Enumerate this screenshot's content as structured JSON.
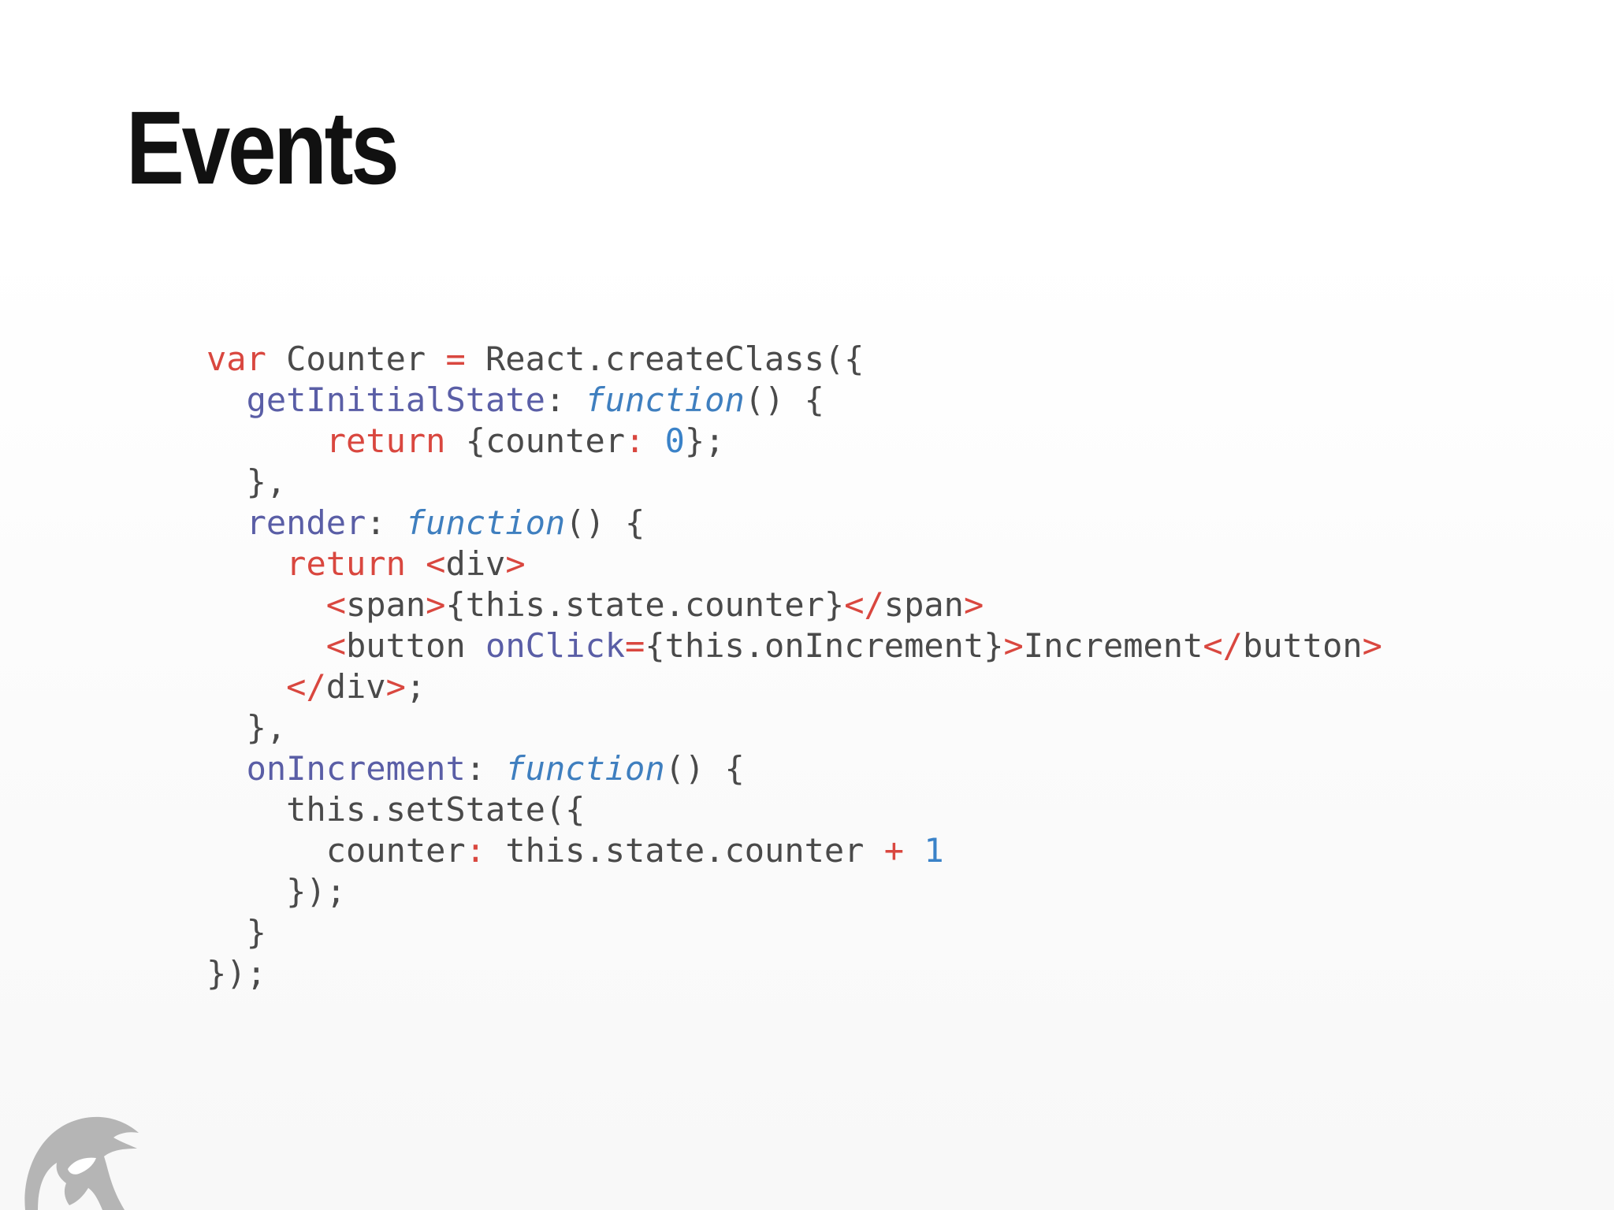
{
  "slide": {
    "title": "Events"
  },
  "code": {
    "lines": [
      [
        {
          "t": "var",
          "c": "kw"
        },
        {
          "t": " Counter ",
          "c": "plain"
        },
        {
          "t": "=",
          "c": "op"
        },
        {
          "t": " React.createClass({",
          "c": "plain"
        }
      ],
      [
        {
          "t": "  ",
          "c": "plain"
        },
        {
          "t": "getInitialState",
          "c": "prop"
        },
        {
          "t": ": ",
          "c": "plain"
        },
        {
          "t": "function",
          "c": "fn"
        },
        {
          "t": "() {",
          "c": "plain"
        }
      ],
      [
        {
          "t": "      ",
          "c": "plain"
        },
        {
          "t": "return",
          "c": "kw"
        },
        {
          "t": " {counter",
          "c": "plain"
        },
        {
          "t": ":",
          "c": "op"
        },
        {
          "t": " ",
          "c": "plain"
        },
        {
          "t": "0",
          "c": "num"
        },
        {
          "t": "};",
          "c": "plain"
        }
      ],
      [
        {
          "t": "  },",
          "c": "plain"
        }
      ],
      [
        {
          "t": "  ",
          "c": "plain"
        },
        {
          "t": "render",
          "c": "prop"
        },
        {
          "t": ": ",
          "c": "plain"
        },
        {
          "t": "function",
          "c": "fn"
        },
        {
          "t": "() {",
          "c": "plain"
        }
      ],
      [
        {
          "t": "    ",
          "c": "plain"
        },
        {
          "t": "return",
          "c": "kw"
        },
        {
          "t": " ",
          "c": "plain"
        },
        {
          "t": "<",
          "c": "tag"
        },
        {
          "t": "div",
          "c": "plain"
        },
        {
          "t": ">",
          "c": "tag"
        }
      ],
      [
        {
          "t": "      ",
          "c": "plain"
        },
        {
          "t": "<",
          "c": "tag"
        },
        {
          "t": "span",
          "c": "plain"
        },
        {
          "t": ">",
          "c": "tag"
        },
        {
          "t": "{this.state.counter}",
          "c": "plain"
        },
        {
          "t": "</",
          "c": "tag"
        },
        {
          "t": "span",
          "c": "plain"
        },
        {
          "t": ">",
          "c": "tag"
        }
      ],
      [
        {
          "t": "      ",
          "c": "plain"
        },
        {
          "t": "<",
          "c": "tag"
        },
        {
          "t": "button ",
          "c": "plain"
        },
        {
          "t": "onClick",
          "c": "attr"
        },
        {
          "t": "=",
          "c": "op"
        },
        {
          "t": "{this.onIncrement}",
          "c": "plain"
        },
        {
          "t": ">",
          "c": "tag"
        },
        {
          "t": "Increment",
          "c": "plain"
        },
        {
          "t": "</",
          "c": "tag"
        },
        {
          "t": "button",
          "c": "plain"
        },
        {
          "t": ">",
          "c": "tag"
        }
      ],
      [
        {
          "t": "    ",
          "c": "plain"
        },
        {
          "t": "</",
          "c": "tag"
        },
        {
          "t": "div",
          "c": "plain"
        },
        {
          "t": ">",
          "c": "tag"
        },
        {
          "t": ";",
          "c": "plain"
        }
      ],
      [
        {
          "t": "  },",
          "c": "plain"
        }
      ],
      [
        {
          "t": "  ",
          "c": "plain"
        },
        {
          "t": "onIncrement",
          "c": "prop"
        },
        {
          "t": ": ",
          "c": "plain"
        },
        {
          "t": "function",
          "c": "fn"
        },
        {
          "t": "() {",
          "c": "plain"
        }
      ],
      [
        {
          "t": "    this.setState({",
          "c": "plain"
        }
      ],
      [
        {
          "t": "      counter",
          "c": "plain"
        },
        {
          "t": ":",
          "c": "op"
        },
        {
          "t": " this.state.counter ",
          "c": "plain"
        },
        {
          "t": "+",
          "c": "op"
        },
        {
          "t": " ",
          "c": "plain"
        },
        {
          "t": "1",
          "c": "num"
        }
      ],
      [
        {
          "t": "    });",
          "c": "plain"
        }
      ],
      [
        {
          "t": "  }",
          "c": "plain"
        }
      ],
      [
        {
          "t": "});",
          "c": "plain"
        }
      ]
    ]
  },
  "colors": {
    "keyword": "#d9473f",
    "property": "#5a5ea6",
    "function": "#3f7fbf",
    "number": "#3a82c8",
    "plain": "#4a4a4a",
    "logo": "#b5b5b5"
  },
  "logo": {
    "icon": "spartan-helmet-icon"
  }
}
